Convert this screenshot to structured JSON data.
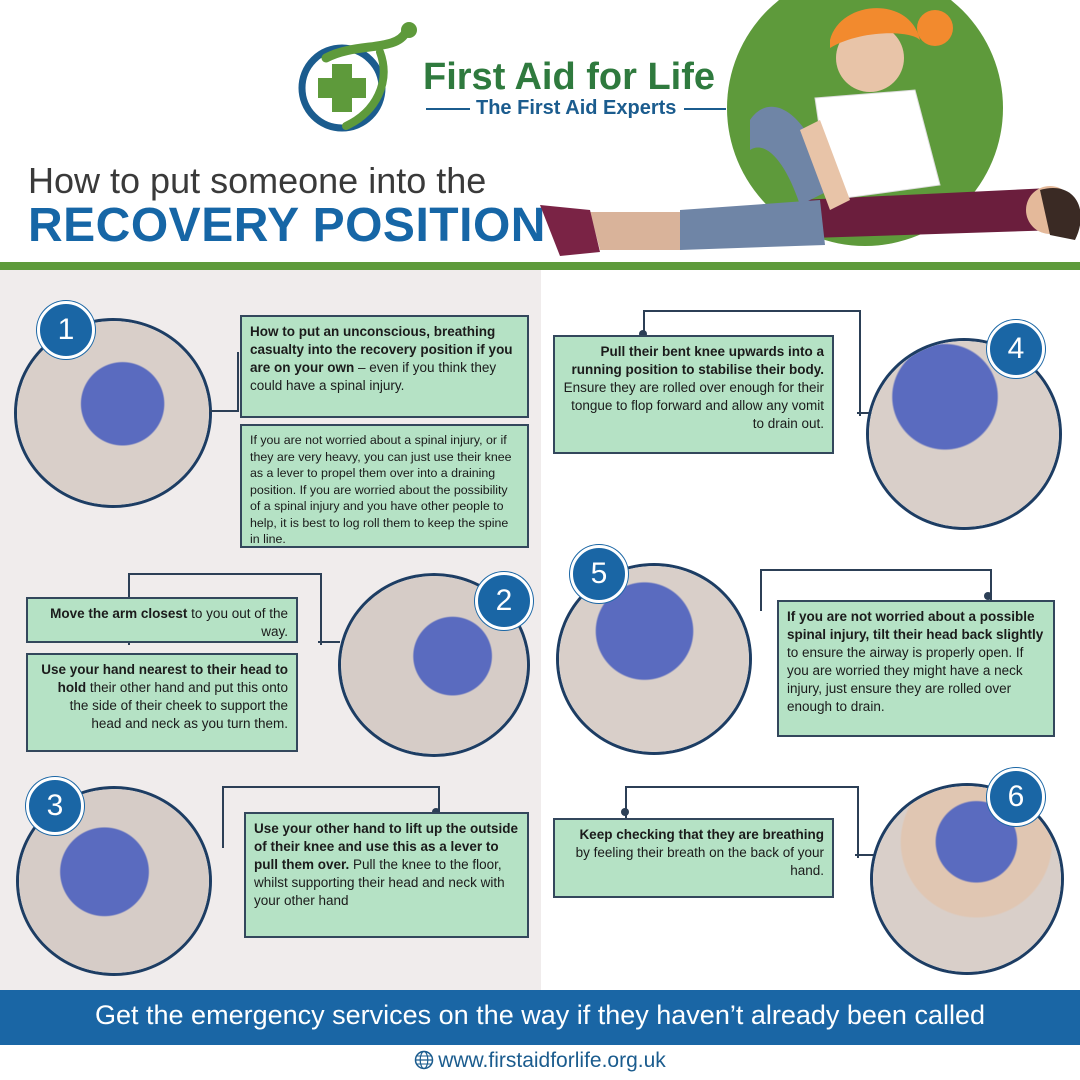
{
  "header": {
    "brand_name": "First Aid for Life",
    "brand_tagline": "The First Aid Experts",
    "title_line1": "How to put someone into the",
    "title_line2": "RECOVERY POSITION"
  },
  "steps": [
    {
      "number": "1",
      "bold": "How to put an unconscious, breathing casualty into the recovery position if you are on your own",
      "text": " – even if you think they could have a spinal injury.",
      "note": "If you are not worried about a spinal injury, or if they are very heavy, you can just use their knee as a lever to propel them over into a draining position. If you are worried about the possibility of a spinal injury and you have other people to help, it is best to log roll them to keep the spine in line."
    },
    {
      "number": "2",
      "bold": "Move the arm closest",
      "text": " to you out of the way.",
      "bold2": "Use your hand nearest to their head to hold",
      "text2": " their other hand and put this onto the side of their cheek to support the head and neck as you turn them."
    },
    {
      "number": "3",
      "bold": "Use your other hand to lift up the outside of their knee and use this as a lever to pull them over.",
      "text": " Pull the knee to the floor, whilst supporting their head and neck with your other hand"
    },
    {
      "number": "4",
      "bold": "Pull their bent knee upwards into a running position to stabilise their body.",
      "text": " Ensure they are rolled over enough for their tongue to flop forward and allow any vomit to drain out."
    },
    {
      "number": "5",
      "bold": "If you are not worried about a possible spinal injury, tilt their head back slightly",
      "text": " to ensure the airway is properly open. If you are worried they might have a neck injury, just ensure they are rolled over enough to drain."
    },
    {
      "number": "6",
      "bold": "Keep checking that they are breathing",
      "text": " by feeling their breath on the back of your hand."
    }
  ],
  "footer": {
    "banner": "Get the emergency services on the way if they haven’t already been called",
    "url": "www.firstaidforlife.org.uk",
    "url_icon": "globe-icon"
  },
  "colors": {
    "brand_blue": "#1a66a5",
    "brand_green": "#5e9a3b",
    "box_green": "#b5e2c5",
    "outline": "#2c3f56"
  }
}
